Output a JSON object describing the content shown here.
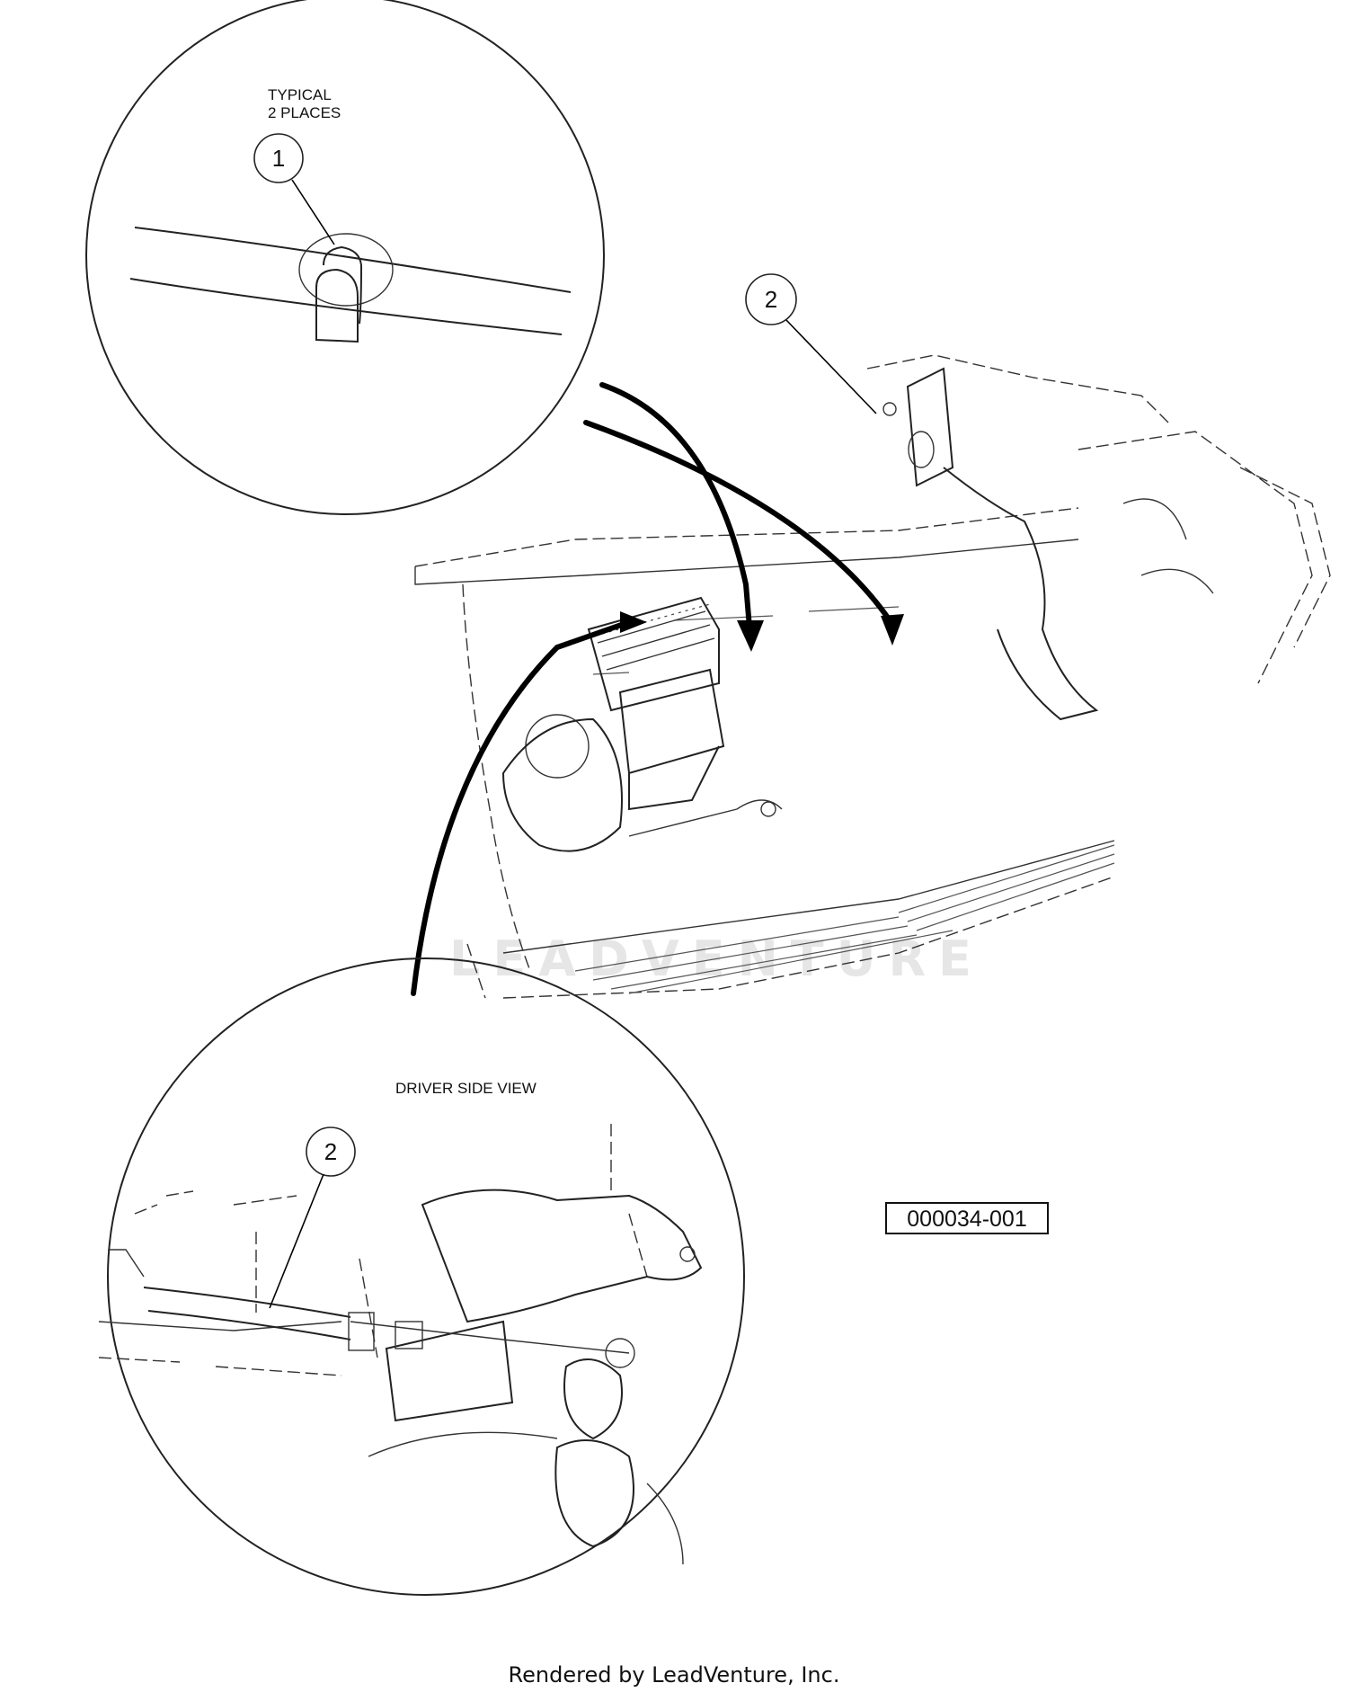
{
  "detail_top": {
    "note_line1": "TYPICAL",
    "note_line2": "2 PLACES",
    "callout": "1"
  },
  "main_view": {
    "callout": "2",
    "watermark": "LEADVENTURE"
  },
  "detail_bottom": {
    "title": "DRIVER SIDE VIEW",
    "callout": "2"
  },
  "doc_number": "000034-001",
  "footer": "Rendered by LeadVenture, Inc."
}
